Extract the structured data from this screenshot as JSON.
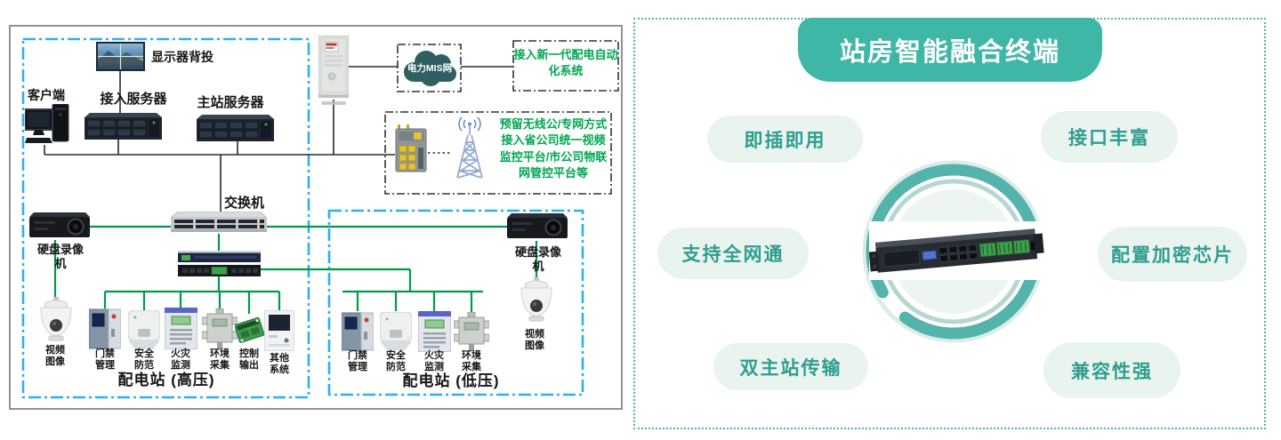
{
  "colors": {
    "accent_teal": "#3fb7a6",
    "pill_bg": "#e9f4ef",
    "pill_text": "#2f9d8f",
    "cyan_dash": "#2cb1ea",
    "green_line": "#009a4a",
    "green_text": "#00a651",
    "cloud_fill": "#2d5f63"
  },
  "diagram": {
    "labels": {
      "monitor": "显示器背投",
      "client": "客户端",
      "access_server": "接入服务器",
      "master_server": "主站服务器",
      "switch": "交换机",
      "dvr_left": "硬盘录像\n机",
      "dvr_right": "硬盘录像\n机",
      "camera_left": "视频\n图像",
      "camera_right": "视频\n图像",
      "mis_cloud": "电力MIS网",
      "hv_station": "配电站 (高压)",
      "lv_station": "配电站 (低压)"
    },
    "notes": {
      "auto_system": "接入新一代配电自动\n化系统",
      "wireless": "预留无线公/专网方式\n接入省公司统一视频\n监控平台/市公司物联\n网管控平台等"
    },
    "hv_devices": [
      {
        "label": "门禁\n管理"
      },
      {
        "label": "安全\n防范"
      },
      {
        "label": "火灾\n监测"
      },
      {
        "label": "环境\n采集"
      },
      {
        "label": "控制\n输出"
      },
      {
        "label": "其他\n系统"
      }
    ],
    "lv_devices": [
      {
        "label": "门禁\n管理"
      },
      {
        "label": "安全\n防范"
      },
      {
        "label": "火灾\n监测"
      },
      {
        "label": "环境\n采集"
      }
    ]
  },
  "right_panel": {
    "title": "站房智能融合终端",
    "features": [
      {
        "label": "即插即用"
      },
      {
        "label": "接口丰富"
      },
      {
        "label": "支持全网通"
      },
      {
        "label": "配置加密芯片"
      },
      {
        "label": "双主站传输"
      },
      {
        "label": "兼容性强"
      }
    ]
  }
}
